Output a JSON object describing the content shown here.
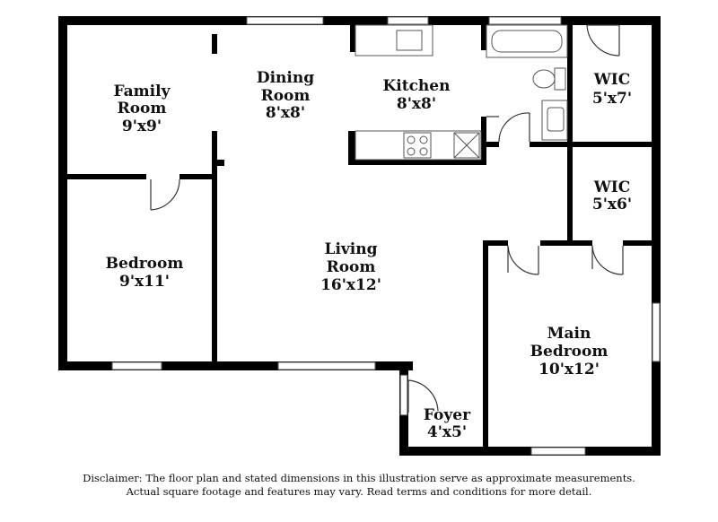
{
  "rooms": {
    "family_room": {
      "name_line1": "Family",
      "name_line2": "Room",
      "dims": "9'x9'"
    },
    "dining_room": {
      "name_line1": "Dining",
      "name_line2": "Room",
      "dims": "8'x8'"
    },
    "kitchen": {
      "name": "Kitchen",
      "dims": "8'x8'"
    },
    "wic_upper": {
      "name": "WIC",
      "dims": "5'x7'"
    },
    "wic_lower": {
      "name": "WIC",
      "dims": "5'x6'"
    },
    "bedroom": {
      "name": "Bedroom",
      "dims": "9'x11'"
    },
    "living_room": {
      "name_line1": "Living",
      "name_line2": "Room",
      "dims": "16'x12'"
    },
    "main_bedroom": {
      "name_line1": "Main",
      "name_line2": "Bedroom",
      "dims": "10'x12'"
    },
    "foyer": {
      "name": "Foyer",
      "dims": "4'x5'"
    }
  },
  "disclaimer": {
    "line1": "Disclaimer: The floor plan and stated dimensions in this illustration serve as approximate measurements.",
    "line2": "Actual square footage and features may vary. Read terms and conditions for more detail."
  }
}
